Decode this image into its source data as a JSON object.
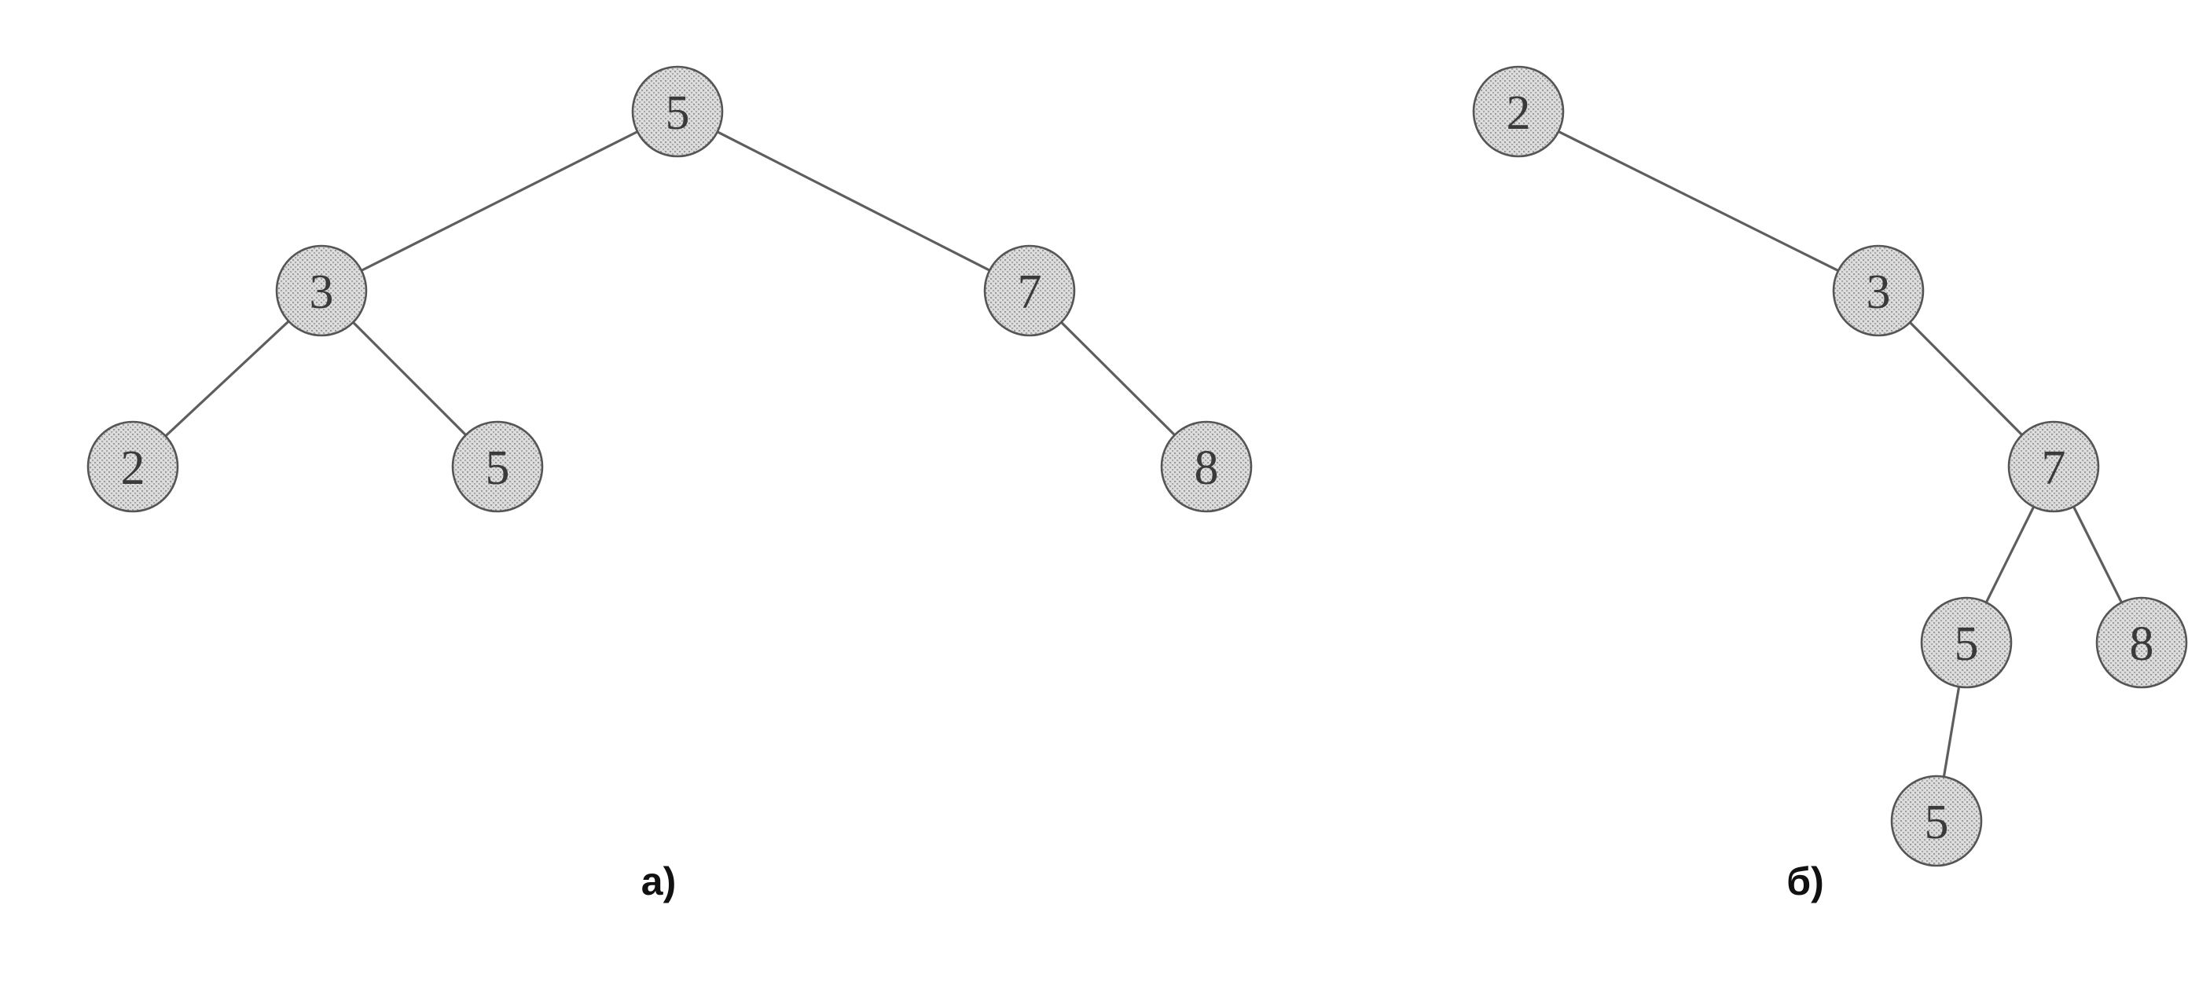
{
  "diagrams": [
    {
      "caption": "а)",
      "nodes": [
        {
          "id": "a-root",
          "label": "5"
        },
        {
          "id": "a-l",
          "label": "3"
        },
        {
          "id": "a-r",
          "label": "7"
        },
        {
          "id": "a-ll",
          "label": "2"
        },
        {
          "id": "a-lr",
          "label": "5"
        },
        {
          "id": "a-rr",
          "label": "8"
        }
      ],
      "edges": [
        [
          "a-root",
          "a-l"
        ],
        [
          "a-root",
          "a-r"
        ],
        [
          "a-l",
          "a-ll"
        ],
        [
          "a-l",
          "a-lr"
        ],
        [
          "a-r",
          "a-rr"
        ]
      ]
    },
    {
      "caption": "б)",
      "nodes": [
        {
          "id": "b-root",
          "label": "2"
        },
        {
          "id": "b-1",
          "label": "3"
        },
        {
          "id": "b-2",
          "label": "7"
        },
        {
          "id": "b-3l",
          "label": "5"
        },
        {
          "id": "b-3r",
          "label": "8"
        },
        {
          "id": "b-4",
          "label": "5"
        }
      ],
      "edges": [
        [
          "b-root",
          "b-1"
        ],
        [
          "b-1",
          "b-2"
        ],
        [
          "b-2",
          "b-3l"
        ],
        [
          "b-2",
          "b-3r"
        ],
        [
          "b-3l",
          "b-4"
        ]
      ]
    }
  ]
}
